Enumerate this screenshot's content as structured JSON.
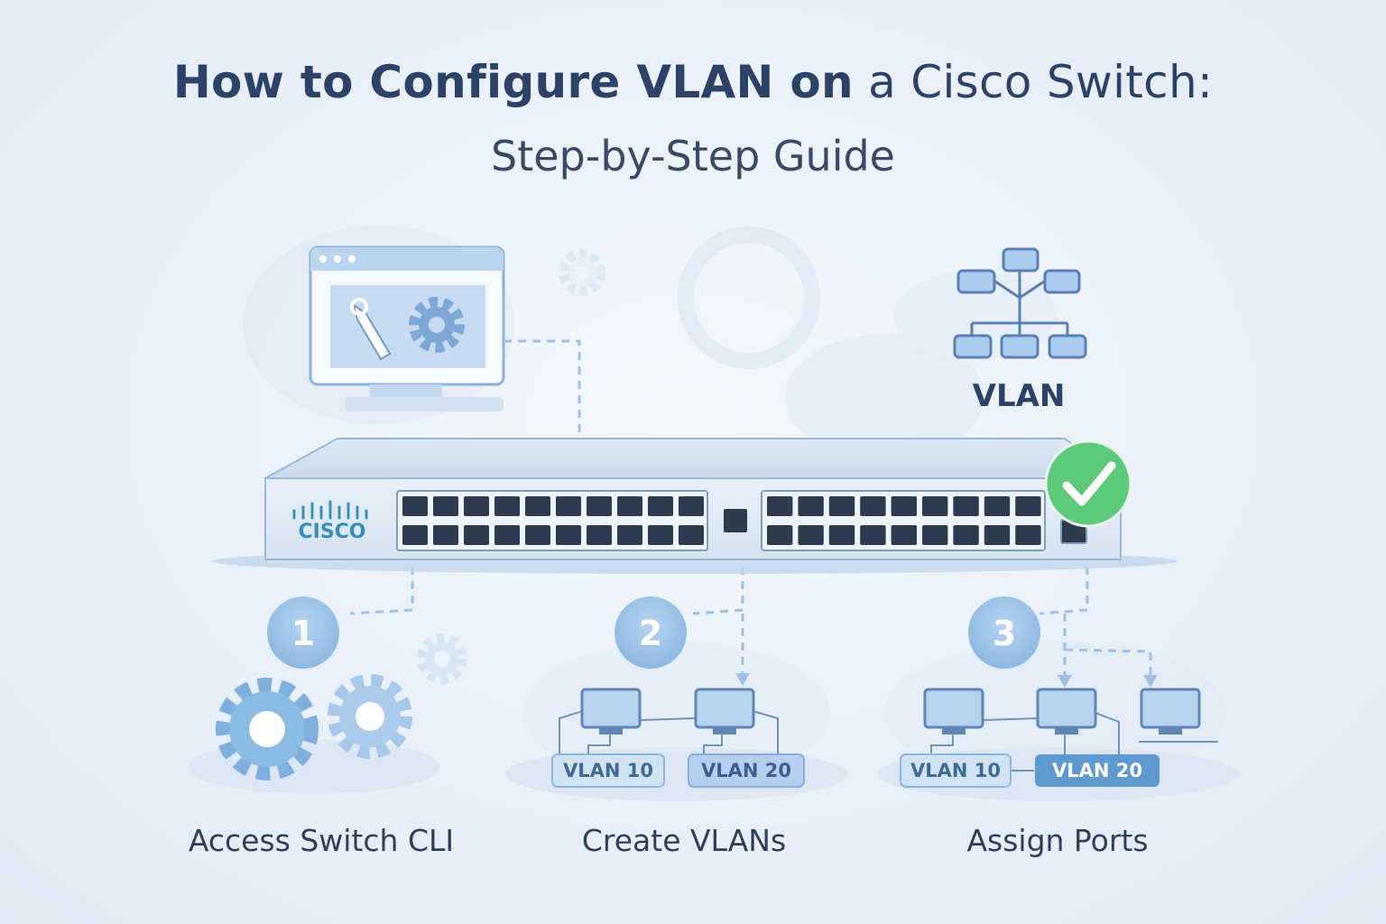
{
  "header": {
    "title_bold": "How to Configure VLAN on",
    "title_light": "a Cisco Switch:",
    "subtitle": "Step-by-Step Guide"
  },
  "switch": {
    "brand": "CISCO",
    "status_icon": "checkmark-icon"
  },
  "vlan_badge": {
    "label": "VLAN",
    "icon": "hierarchy-icon"
  },
  "steps": [
    {
      "number": "1",
      "label": "Access Switch CLI",
      "icon": "gears-icon"
    },
    {
      "number": "2",
      "label": "Create VLANs",
      "tags": [
        "VLAN 10",
        "VLAN 20"
      ]
    },
    {
      "number": "3",
      "label": "Assign Ports",
      "tags": [
        "VLAN 10",
        "VLAN 20"
      ]
    }
  ],
  "colors": {
    "title": "#2c4266",
    "accent": "#8db8e2",
    "check": "#5cc97b",
    "tag_light": "#cfe3f3",
    "tag_dark": "#5e9ad0"
  }
}
